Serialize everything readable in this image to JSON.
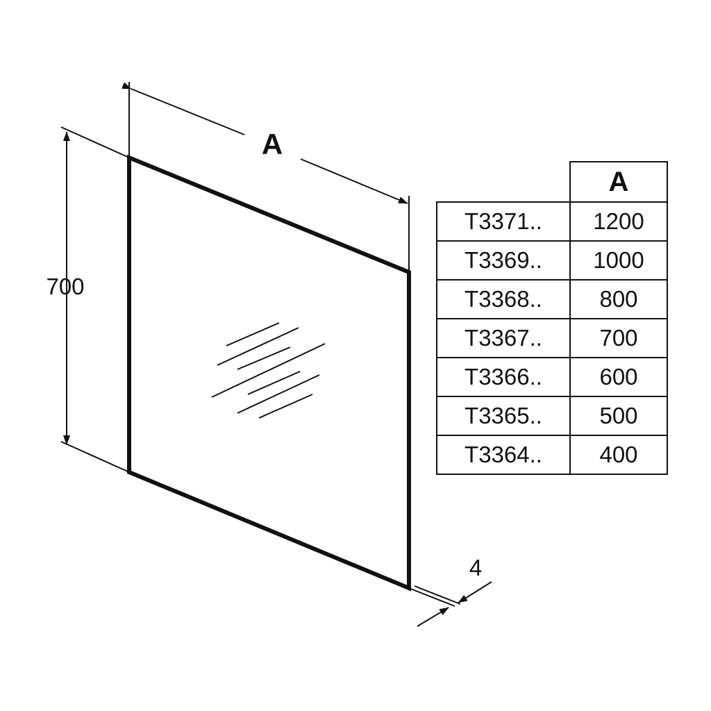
{
  "dimensions": {
    "width_label": "A",
    "height_label": "700",
    "thickness_label": "4"
  },
  "table": {
    "header": [
      "",
      "A"
    ],
    "rows": [
      {
        "code": "T3371..",
        "a": "1200"
      },
      {
        "code": "T3369..",
        "a": "1000"
      },
      {
        "code": "T3368..",
        "a": "800"
      },
      {
        "code": "T3367..",
        "a": "700"
      },
      {
        "code": "T3366..",
        "a": "600"
      },
      {
        "code": "T3365..",
        "a": "500"
      },
      {
        "code": "T3364..",
        "a": "400"
      }
    ]
  }
}
